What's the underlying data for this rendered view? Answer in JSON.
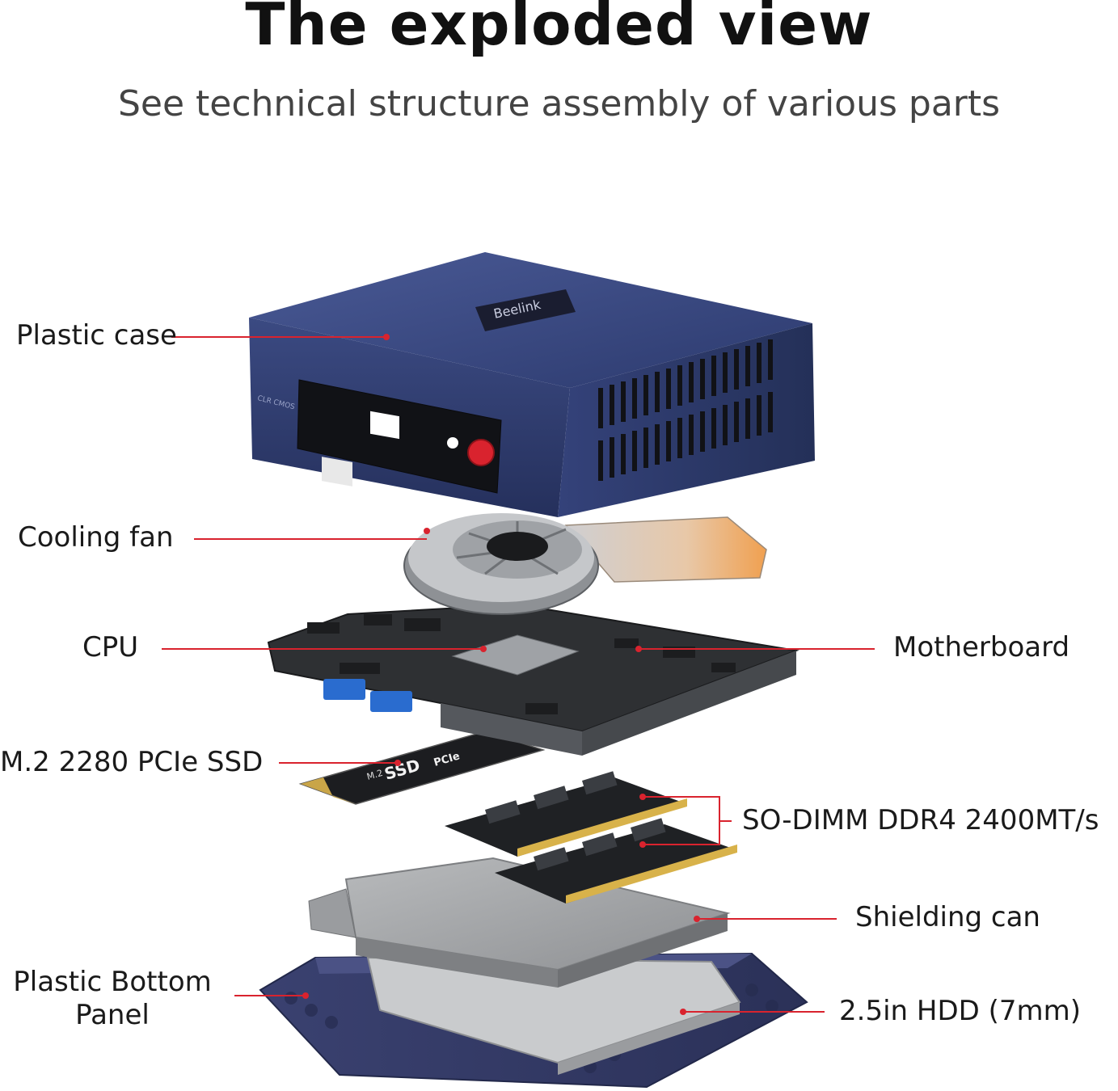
{
  "title": "The exploded view",
  "subtitle": "See technical structure assembly of various parts",
  "colors": {
    "leader": "#d9232e",
    "case_blue": "#2f3d74",
    "board": "#2b2d31",
    "shield": "#a9abad"
  },
  "brand_text": "Beelink",
  "case_port_label": "CLR CMOS",
  "ssd_print": {
    "type": "M.2",
    "name": "SSD",
    "iface": "PCIe"
  },
  "labels": {
    "plastic_case": "Plastic case",
    "cooling_fan": "Cooling fan",
    "cpu": "CPU",
    "motherboard": "Motherboard",
    "ssd": "M.2 2280 PCIe SSD",
    "ram": "SO-DIMM DDR4 2400MT/s",
    "shielding": "Shielding can",
    "bottom_panel_line1": "Plastic Bottom",
    "bottom_panel_line2": "Panel",
    "hdd": "2.5in HDD (7mm)"
  }
}
